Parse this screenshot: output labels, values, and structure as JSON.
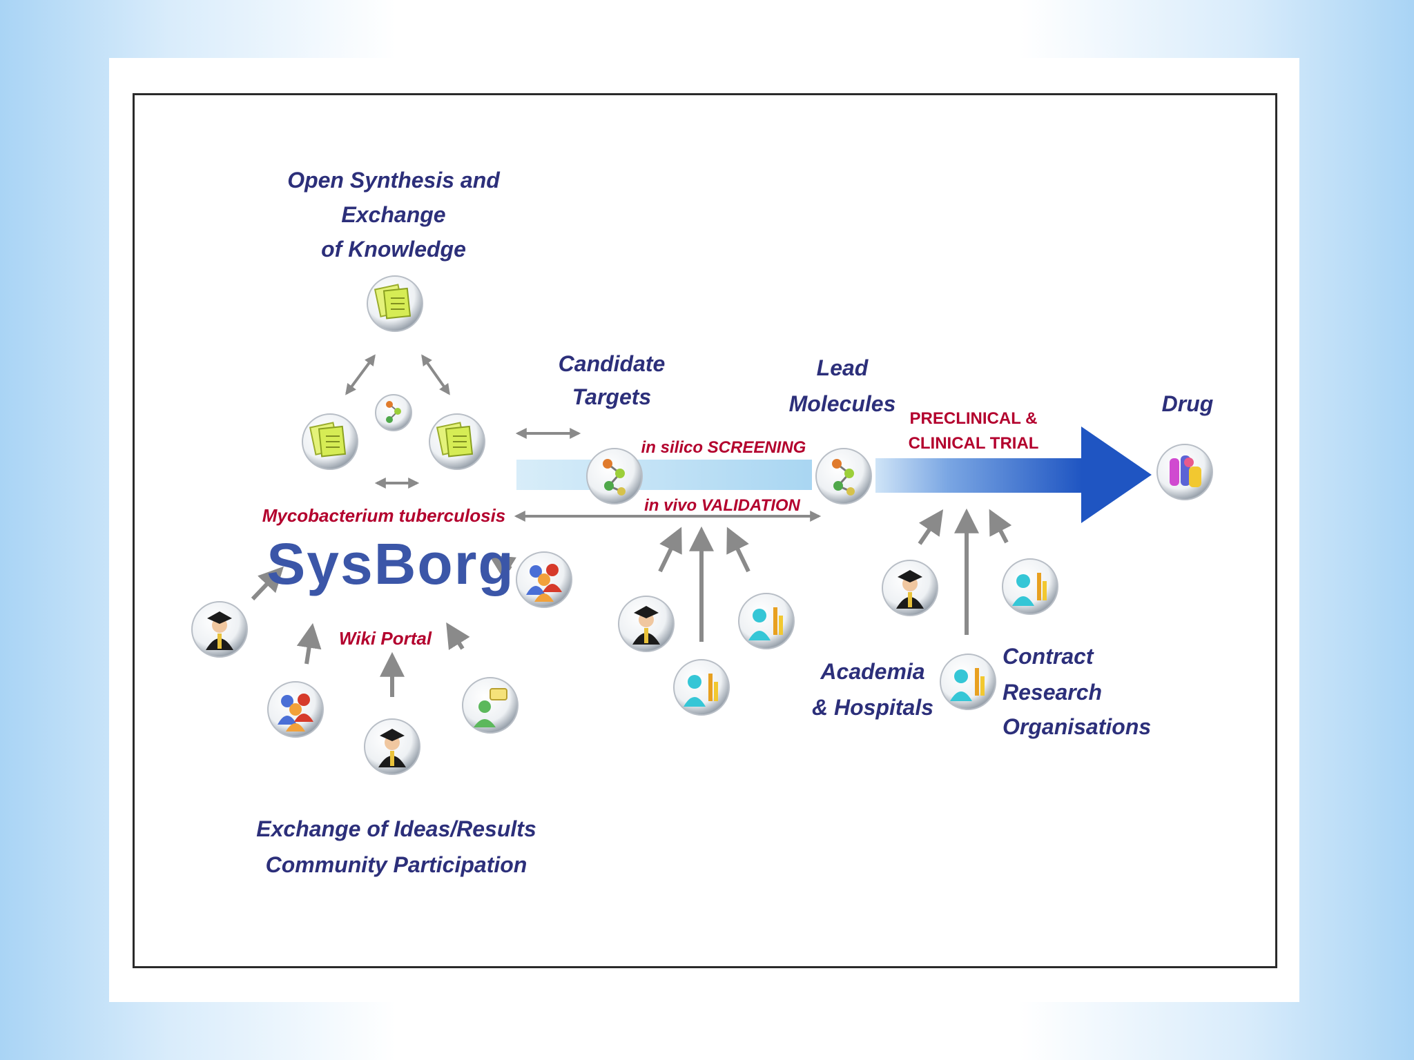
{
  "labels": {
    "open_synthesis": [
      "Open Synthesis and",
      "Exchange",
      "of Knowledge"
    ],
    "candidate_targets": [
      "Candidate",
      "Targets"
    ],
    "lead_molecules": [
      "Lead",
      "Molecules"
    ],
    "drug": "Drug",
    "preclinical": [
      "PRECLINICAL &",
      "CLINICAL TRIAL"
    ],
    "in_silico": "in silico SCREENING",
    "in_vivo": "in vivo VALIDATION",
    "mycobacterium": "Mycobacterium tuberculosis",
    "logo": "SysBorg",
    "wiki_portal": "Wiki Portal",
    "exchange_ideas": [
      "Exchange of Ideas/Results",
      "Community Participation"
    ],
    "academia": [
      "Academia",
      "& Hospitals"
    ],
    "contract": [
      "Contract",
      "Research",
      "Organisations"
    ]
  },
  "colors": {
    "label_blue": "#2c2f7a",
    "label_red": "#b3002d",
    "logo_blue": "#3b56a8",
    "arrow_gray": "#8a8a8a",
    "pipeline_blue": "#2f5fc4",
    "band_light": "#bfe0f4"
  },
  "icons": [
    "document-stack-icon",
    "molecule-icon",
    "graduate-icon",
    "group-icon",
    "scientist-icon",
    "chat-icon",
    "pills-icon"
  ]
}
